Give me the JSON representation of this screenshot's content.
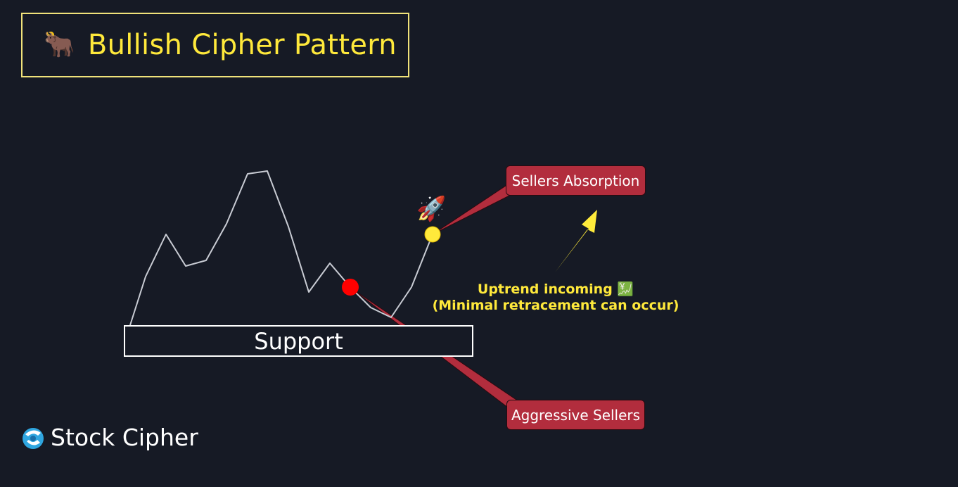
{
  "title": {
    "emoji": "🐂",
    "text": "Bullish Cipher Pattern"
  },
  "support_label": "Support",
  "callouts": {
    "sellers_absorption": "Sellers Absorption",
    "aggressive_sellers": "Aggressive Sellers"
  },
  "uptrend": {
    "line1": "Uptrend incoming 💹",
    "line2": "(Minimal retracement can occur)"
  },
  "rocket_emoji": "🚀",
  "brand": {
    "name": "Stock Cipher"
  },
  "colors": {
    "background": "#161a25",
    "title": "#ffe93b",
    "callout": "#b22d3d",
    "price_line": "#c9ccd4",
    "aggressive_dot": "#ff0000",
    "absorption_dot": "#ffe93b",
    "arrow": "#ffeb3b"
  }
}
